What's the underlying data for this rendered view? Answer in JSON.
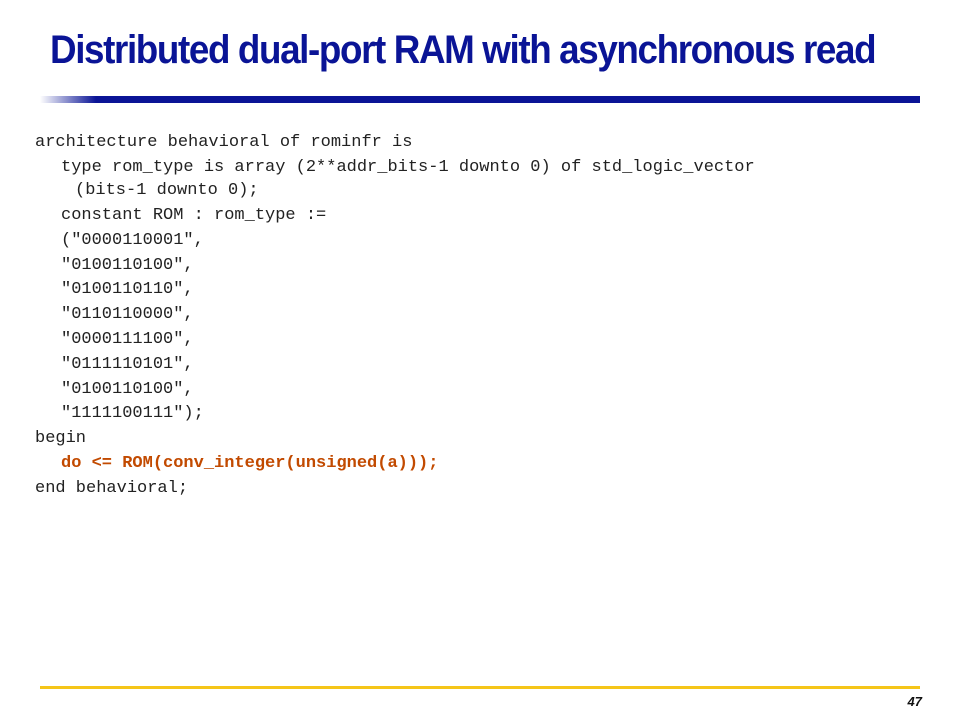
{
  "slide": {
    "title": "Distributed dual-port RAM with asynchronous read",
    "page_number": "47",
    "colors": {
      "title": "#0a1496",
      "title_rule": "#0a1496",
      "footer_rule": "#f5c518",
      "code_text": "#222222",
      "code_highlight": "#c24a00"
    }
  },
  "code": {
    "line_arch": "architecture behavioral of rominfr is",
    "line_type_a": "type rom_type is array (2**addr_bits-1 downto 0) of std_logic_vector",
    "line_type_b": "(bits-1 downto 0);",
    "line_const": "constant ROM : rom_type :=",
    "rom_lines": [
      "(\"0000110001\",",
      "\"0100110100\",",
      "\"0100110110\",",
      "\"0110110000\",",
      "\"0000111100\",",
      "\"0111110101\",",
      "\"0100110100\",",
      "\"1111100111\");"
    ],
    "line_begin": "begin",
    "line_assign": "do <= ROM(conv_integer(unsigned(a)));",
    "line_end": "end behavioral;"
  }
}
